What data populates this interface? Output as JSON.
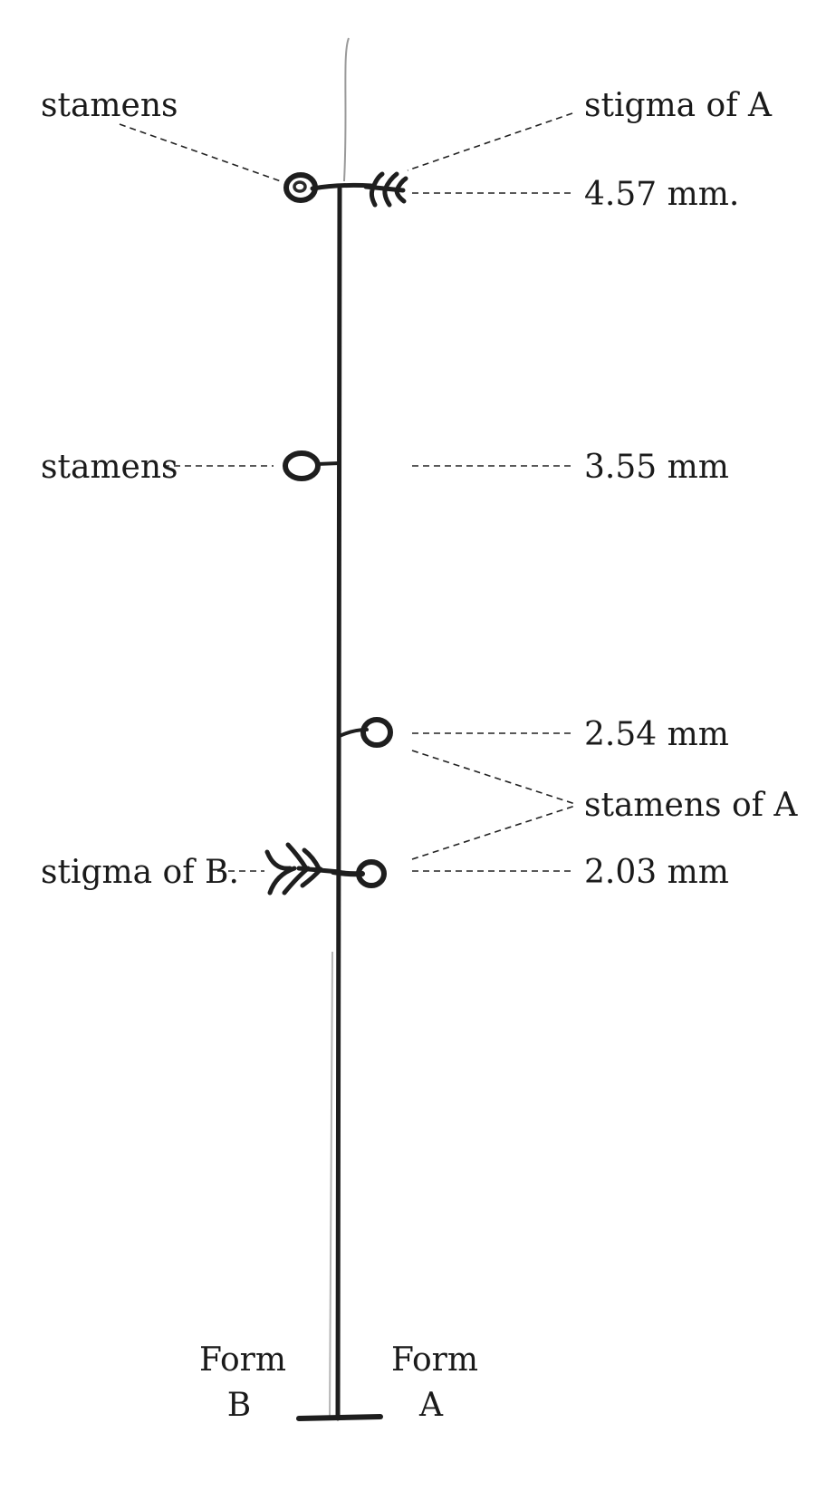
{
  "labels": {
    "top_left_stamens": "stamens",
    "top_right_stigma": "stigma of A",
    "measure_1": "4.57 mm.",
    "mid_left_stamens": "stamens",
    "measure_2": "3.55 mm",
    "measure_3": "2.54 mm",
    "stamens_of_a": "stamens of A",
    "stigma_of_b": "stigma of B.",
    "measure_4": "2.03 mm",
    "form_b_line1": "Form",
    "form_b_line2": "B",
    "form_a_line1": "Form",
    "form_a_line2": "A"
  },
  "colors": {
    "ink": "#1e1e1e",
    "paper": "#ffffff"
  }
}
